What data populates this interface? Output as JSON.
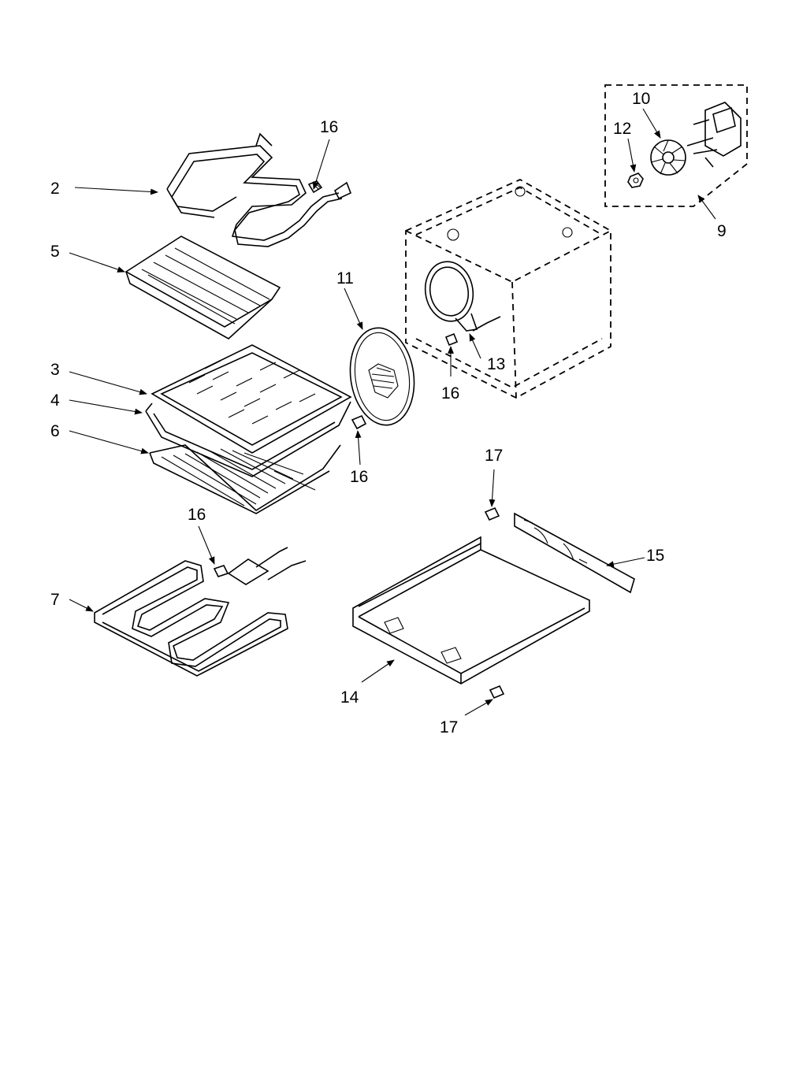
{
  "callouts": {
    "c2": "2",
    "c3": "3",
    "c4": "4",
    "c5": "5",
    "c6": "6",
    "c7": "7",
    "c9": "9",
    "c10": "10",
    "c11": "11",
    "c12": "12",
    "c13": "13",
    "c14": "14",
    "c15": "15",
    "c16_top": "16",
    "c16_cavity": "16",
    "c16_plate": "16",
    "c16_bake": "16",
    "c17_top": "17",
    "c17_bottom": "17"
  }
}
